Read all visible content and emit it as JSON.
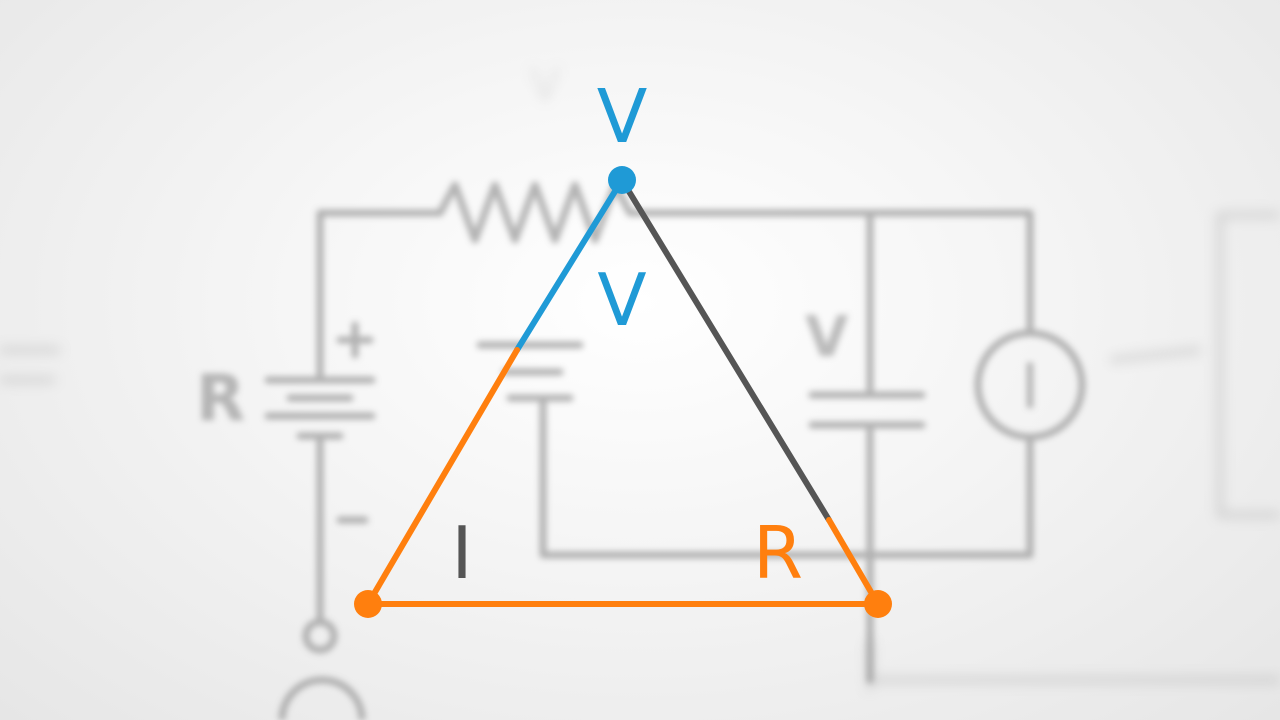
{
  "triangle": {
    "top_label": "V",
    "inner_top_label": "V",
    "bottom_left_label": "I",
    "bottom_right_label": "R"
  },
  "background_labels": {
    "left": "R",
    "center_right": "V",
    "meter": "I",
    "top_faint": "V"
  },
  "colors": {
    "blue": "#1f9ad6",
    "orange": "#ff7f0e",
    "dark": "#555555",
    "ghost": "#9a9a9a",
    "ghost_text": "#a0a0a0"
  }
}
